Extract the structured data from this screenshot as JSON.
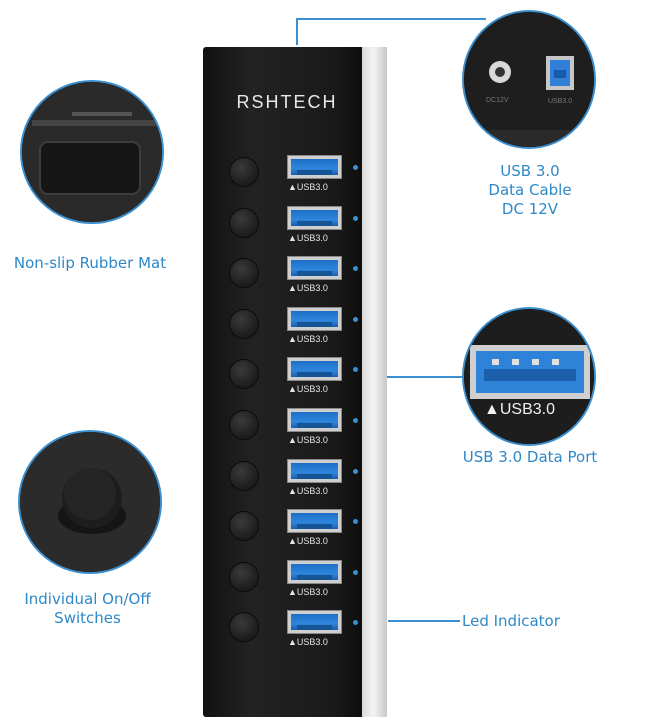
{
  "brand": "RSHTECH",
  "accent_color": "#2e88c8",
  "ports": [
    {
      "label": "▲USB3.0"
    },
    {
      "label": "▲USB3.0"
    },
    {
      "label": "▲USB3.0"
    },
    {
      "label": "▲USB3.0"
    },
    {
      "label": "▲USB3.0"
    },
    {
      "label": "▲USB3.0"
    },
    {
      "label": "▲USB3.0"
    },
    {
      "label": "▲USB3.0"
    },
    {
      "label": "▲USB3.0"
    },
    {
      "label": "▲USB3.0"
    }
  ],
  "callouts": {
    "rubber_mat": "Non-slip Rubber Mat",
    "switches_line1": "Individual On/Off",
    "switches_line2": "Switches",
    "cable_line1": "USB 3.0",
    "cable_line2": "Data Cable",
    "cable_line3": "DC 12V",
    "data_port": "USB 3.0 Data Port",
    "led": "Led Indicator"
  },
  "zoom": {
    "dc_label": "DC12V",
    "usb_label": "USB3.0",
    "port_label": "▲USB3.0"
  }
}
